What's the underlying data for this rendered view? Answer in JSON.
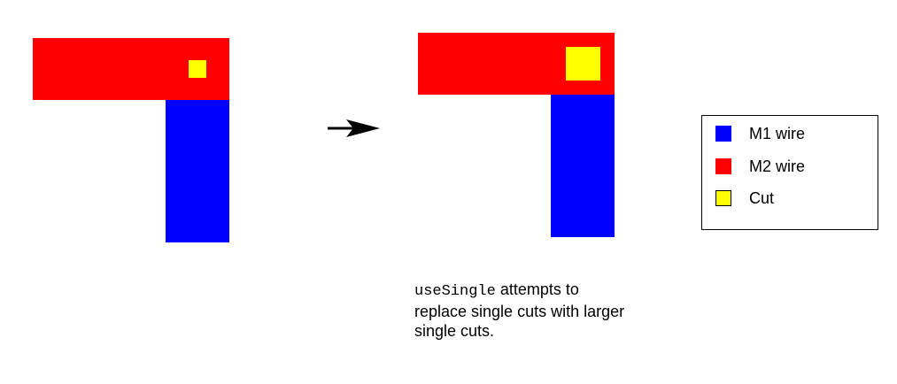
{
  "colors": {
    "m1": "#0000ff",
    "m2": "#ff0000",
    "cut": "#ffff00",
    "arrow": "#000000"
  },
  "caption": {
    "code": "useSingle",
    "text_line1": " attempts to",
    "text_line2": "replace single cuts with larger",
    "text_line3": "single cuts."
  },
  "legend": {
    "items": [
      {
        "label": "M1 wire",
        "color": "#0000ff"
      },
      {
        "label": "M2 wire",
        "color": "#ff0000"
      },
      {
        "label": "Cut",
        "color": "#ffff00"
      }
    ]
  }
}
